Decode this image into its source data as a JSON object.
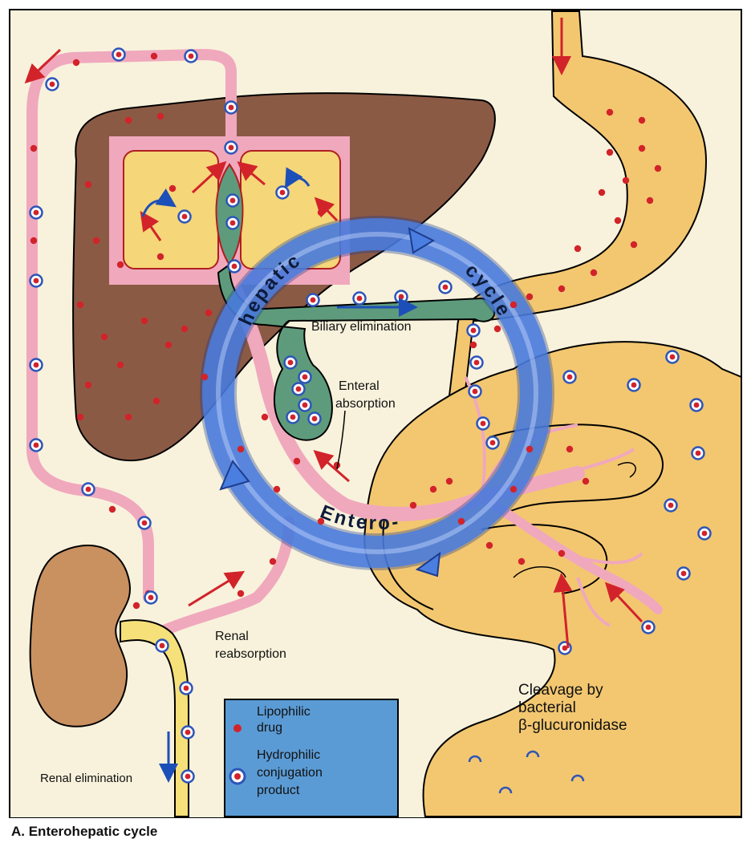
{
  "figure": {
    "caption": "A. Enterohepatic cycle"
  },
  "cycle": {
    "word_hepatic": "hepatic",
    "word_cycle": "cycle",
    "word_entero": "Entero-"
  },
  "labels": {
    "biliary": "Biliary elimination",
    "enteral_line1": "Enteral",
    "enteral_line2": "absorption",
    "renal_reabs_line1": "Renal",
    "renal_reabs_line2": "reabsorption",
    "renal_elim": "Renal elimination",
    "cleavage_line1": "Cleavage by",
    "cleavage_line2": "bacterial",
    "cleavage_line3": "β-glucuronidase"
  },
  "legend": {
    "lipophilic_line1": "Lipophilic",
    "lipophilic_line2": "drug",
    "hydrophilic_line1": "Hydrophilic",
    "hydrophilic_line2": "conjugation",
    "hydrophilic_line3": "product"
  },
  "colors": {
    "page_bg": "#f8f2dc",
    "liver": "#8b5a45",
    "hepatocyte": "#f5d678",
    "gut": "#f3c770",
    "blood": "#f0a8bd",
    "bile": "#5e9b7c",
    "ring": "#3f6fd0",
    "drug_dot": "#d2232a",
    "conjugate_ring": "#2d55b8",
    "legend_bg": "#5b9bd5",
    "arrow_red": "#d2232a",
    "arrow_blue": "#1d4fb8"
  }
}
